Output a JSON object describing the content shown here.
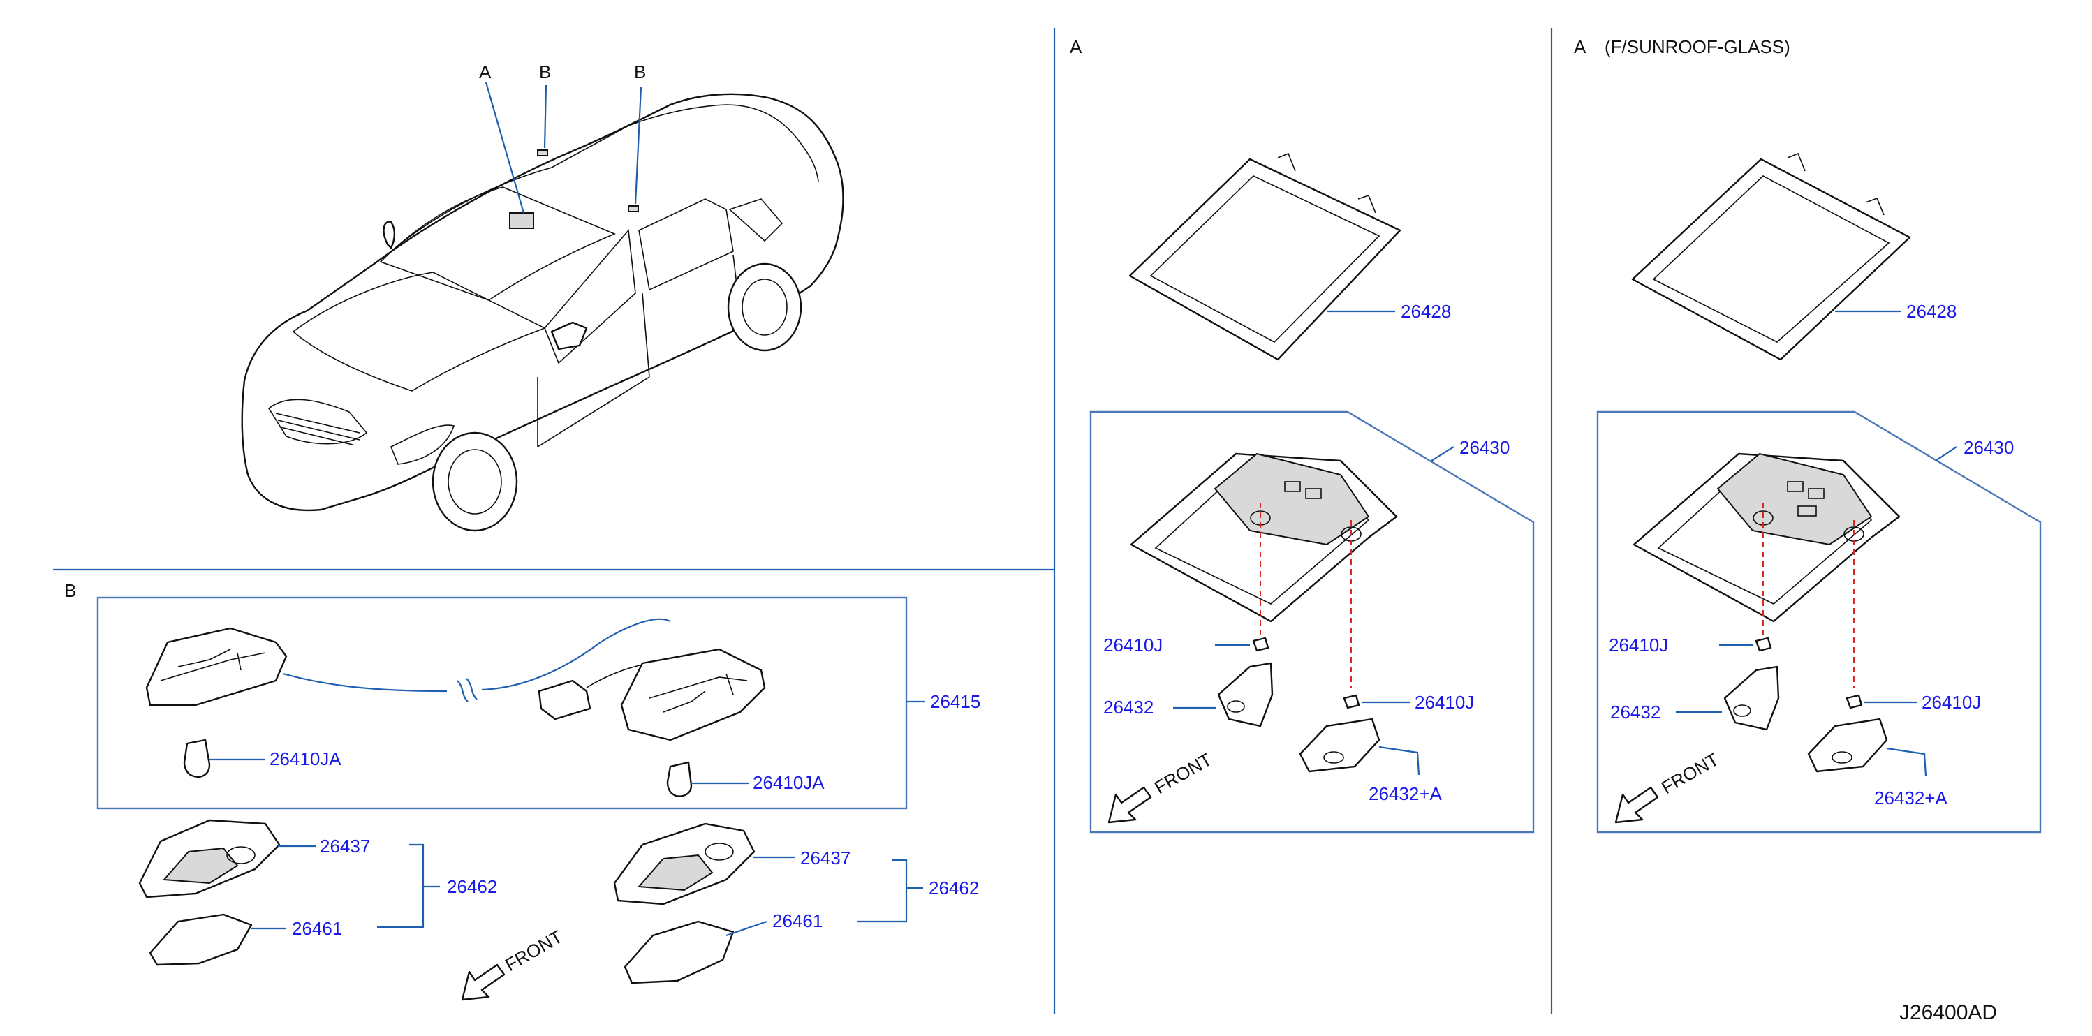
{
  "diagram": {
    "drawing_id": "J26400AD",
    "sections": {
      "vehicle": {
        "callout_a": "A",
        "callout_b1": "B",
        "callout_b2": "B"
      },
      "a_standard": {
        "title": "A",
        "parts": {
          "bezel": "26428",
          "lamp_assy": "26430",
          "bulb_1": "26410J",
          "bulb_2": "26410J",
          "lens_1": "26432",
          "lens_2": "26432+A"
        },
        "front_label": "FRONT"
      },
      "a_sunroof": {
        "title": "A",
        "subtitle": "(F/SUNROOF-GLASS)",
        "parts": {
          "bezel": "26428",
          "lamp_assy": "26430",
          "bulb_1": "26410J",
          "bulb_2": "26410J",
          "lens_1": "26432",
          "lens_2": "26432+A"
        },
        "front_label": "FRONT"
      },
      "b_rear": {
        "title": "B",
        "parts": {
          "harness_assy": "26415",
          "bulb_1": "26410JA",
          "bulb_2": "26410JA",
          "housing_1": "26437",
          "lens_1": "26461",
          "assy_1": "26462",
          "housing_2": "26437",
          "lens_2": "26461",
          "assy_2": "26462"
        },
        "front_label": "FRONT"
      }
    }
  },
  "colors": {
    "part_number": "#1a1ae6",
    "leader_line": "#1f5fb0",
    "dashed_axis": "#d8281f",
    "ink": "#111111"
  }
}
